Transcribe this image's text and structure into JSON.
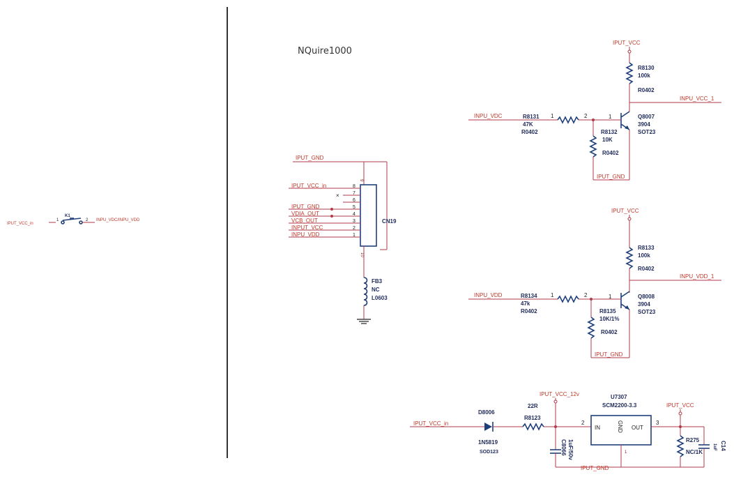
{
  "divider": {
    "color": "#333333"
  },
  "colors": {
    "wire": "#b03a48",
    "component": "#1f3f7a",
    "net_label": "#c0392b",
    "ref_label": "#1f2a5a"
  },
  "title": "NQuire1000",
  "switch_block": {
    "net_in": "IPUT_VCC_in",
    "ref": "K1",
    "pin1": "1",
    "pin2": "2",
    "net_out": "INPU_VDC/INPU_VDD"
  },
  "connector": {
    "ref": "CN19",
    "top_net": "IPUT_GND",
    "pins": [
      {
        "num": "8",
        "net": "IPUT_VCC_in"
      },
      {
        "num": "7",
        "net": ""
      },
      {
        "num": "6",
        "net": ""
      },
      {
        "num": "5",
        "net": "IPUT_GND"
      },
      {
        "num": "4",
        "net": "VDIA_OUT"
      },
      {
        "num": "3",
        "net": "VCB_OUT"
      },
      {
        "num": "2",
        "net": "INPUT_VCC"
      },
      {
        "num": "1",
        "net": "INPU_VDD"
      }
    ],
    "pin_top": "9",
    "pin_bottom": "10",
    "ferrite": {
      "ref": "FB3",
      "value": "NC",
      "package": "L0603"
    }
  },
  "circuit_top": {
    "supply": "IPUT_VCC",
    "pullup": {
      "ref": "R8130",
      "value": "100k",
      "package": "R0402"
    },
    "output_net": "INPU_VCC_1",
    "input_net": "INPU_VDC",
    "base_res": {
      "ref": "R8131",
      "value": "47K",
      "package": "R0402",
      "pin1": "1",
      "pin2": "2"
    },
    "pulldown": {
      "ref": "R8132",
      "value": "10K",
      "package": "R0402"
    },
    "transistor": {
      "ref": "Q8007",
      "value": "3904",
      "package": "SOT23",
      "pin_base": "1"
    },
    "gnd_net": "IPUT_GND"
  },
  "circuit_mid": {
    "supply": "IPUT_VCC",
    "pullup": {
      "ref": "R8133",
      "value": "100k",
      "package": "R0402"
    },
    "output_net": "INPU_VDD_1",
    "input_net": "INPU_VDD",
    "base_res": {
      "ref": "R8134",
      "value": "47k",
      "package": "R0402",
      "pin1": "1",
      "pin2": "2"
    },
    "pulldown": {
      "ref": "R8135",
      "value": "10K/1%",
      "package": "R0402"
    },
    "transistor": {
      "ref": "Q8008",
      "value": "3904",
      "package": "SOT23",
      "pin_base": "1"
    },
    "gnd_net": "IPUT_GND"
  },
  "regulator": {
    "input_net": "IPUT_VCC_in",
    "diode": {
      "ref": "D8006",
      "value": "1N5819",
      "package": "SOD123"
    },
    "series_res": {
      "ref": "R8123",
      "value": "22R"
    },
    "supply_12v": "IPUT_VCC_12v",
    "cap_in": {
      "ref": "C8066",
      "value": "1uF/50v"
    },
    "ic": {
      "ref": "U7307",
      "part": "SCM2200-3.3",
      "in_label": "IN",
      "out_label": "OUT",
      "gnd_label": "GND",
      "in_pin": "2",
      "out_pin": "3",
      "gnd_pin": "1"
    },
    "supply_out": "IPUT_VCC",
    "out_res": {
      "ref": "R275",
      "value": "NC/1K"
    },
    "out_cap": {
      "ref": "C14",
      "value": "1uF"
    },
    "gnd_net": "IPUT_GND"
  }
}
